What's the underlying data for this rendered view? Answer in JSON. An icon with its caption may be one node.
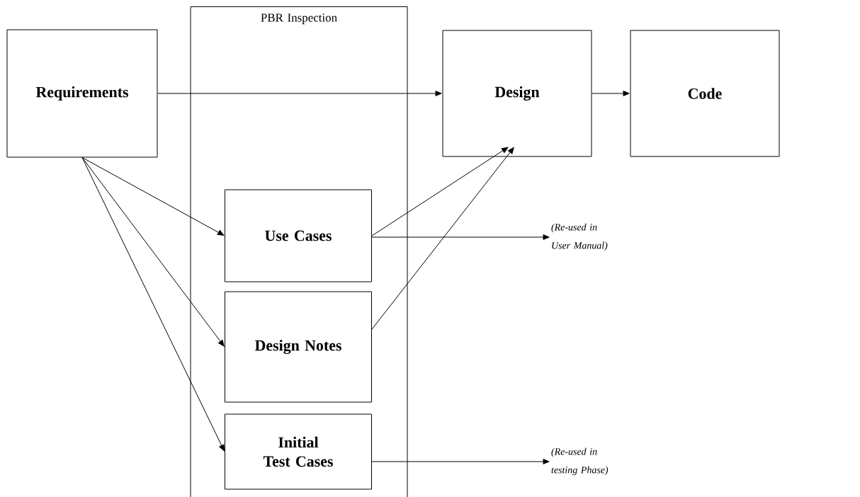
{
  "diagram": {
    "nodes": [
      {
        "text": [
          "PBR Inspection"
        ]
      },
      {
        "text": [
          "Requirements"
        ]
      },
      {
        "text": [
          "Design"
        ]
      },
      {
        "text": [
          "Code"
        ]
      },
      {
        "text": [
          "Use Cases"
        ],
        "in": 0
      },
      {
        "text": [
          "Design Notes"
        ],
        "in": 0
      },
      {
        "text": [
          "Initial Test Cases"
        ],
        "in": 0
      },
      {
        "text": [
          "(Re-used in User Manual)"
        ]
      },
      {
        "text": [
          "(Re-used in testing Phase)"
        ]
      }
    ],
    "edges": [
      {
        "from": 1,
        "to": 2,
        "arrow": "to"
      },
      {
        "from": 2,
        "to": 3,
        "arrow": "to"
      },
      {
        "from": 1,
        "to": 4,
        "arrow": "to"
      },
      {
        "from": 1,
        "to": 5,
        "arrow": "to"
      },
      {
        "from": 1,
        "to": 6,
        "arrow": "to"
      },
      {
        "from": 4,
        "to": 2,
        "arrow": "to"
      },
      {
        "from": 5,
        "to": 2,
        "arrow": "to"
      },
      {
        "from": 4,
        "to": 7,
        "arrow": "to"
      },
      {
        "from": 6,
        "to": 8,
        "arrow": "to"
      }
    ]
  }
}
